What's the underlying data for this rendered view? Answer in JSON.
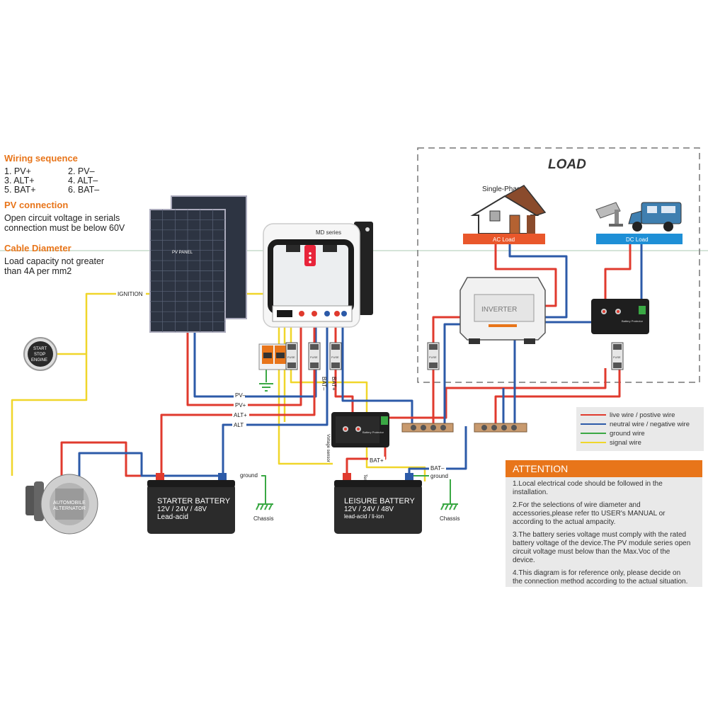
{
  "wiring": {
    "title": "Wiring sequence",
    "items": [
      "1. PV+",
      "2. PV–",
      "3. ALT+",
      "4. ALT–",
      "5. BAT+",
      "6. BAT–"
    ]
  },
  "pv_connection": {
    "title": "PV connection",
    "lines": [
      "Open circuit voltage in serials",
      "connection must be below 60V"
    ]
  },
  "cable": {
    "title": "Cable Diameter",
    "lines": [
      "Load capacity not greater",
      "than 4A per mm2"
    ]
  },
  "load": {
    "title": "LOAD",
    "single_phase": "Single-Phase",
    "ac_load": "AC Load",
    "dc_load": "DC Load",
    "inverter": "INVERTER",
    "battery_protector": "Battery Protector"
  },
  "devices": {
    "pv_panel": "PV PANEL",
    "md_series": "MD series",
    "ignition": "IGNITION",
    "start_stop": [
      "START",
      "STOP",
      "ENGINE"
    ],
    "alternator": [
      "AUTOMOBILE",
      "ALTERNATOR"
    ],
    "fuse": "FUSE",
    "starter_battery": {
      "name": "STARTER BATTERY",
      "voltage": "12V / 24V / 48V",
      "type": "Lead-acid"
    },
    "leisure_battery": {
      "name": "LEISURE BATTERY",
      "voltage": "12V / 24V / 48V",
      "type": "lead-acid / li-ion"
    },
    "battery_protector": "Battery Protector",
    "chassis": "Chassis",
    "ground": "ground",
    "voltage_sensor": "Voltage sensor",
    "temp_sensor": "Temp sensor"
  },
  "wire_labels": {
    "pv_minus": "PV–",
    "pv_plus": "PV+",
    "alt_plus": "ALT+",
    "alt_minus": "ALT",
    "bat_minus_v": "BAT–",
    "bat_plus_v": "BAT+",
    "bat_plus": "BAT+",
    "bat_minus": "BAT–"
  },
  "legend": {
    "items": [
      {
        "label": "live wire / postive wire",
        "color": "#e03a2e"
      },
      {
        "label": "neutral wire / negative wire",
        "color": "#2c5aa8"
      },
      {
        "label": "ground wire",
        "color": "#3aa844"
      },
      {
        "label": "signal wire",
        "color": "#f0d62a"
      }
    ]
  },
  "attention": {
    "title": "ATTENTION",
    "items": [
      [
        "1.Local electrical code should be followed in the",
        "installation."
      ],
      [
        "2.For the selections of wire diameter and",
        "accessories,please refer tto USER's MANUAL or",
        "according to the actual ampacity."
      ],
      [
        "3.The battery series voltage must comply with the rated",
        "battery voltage of the device.The PV module series open",
        "circuit voltage must below than the Max.Voc of the",
        "device."
      ],
      [
        "4.This diagram is for reference only, please decide on",
        "the connection method according to the actual situation."
      ]
    ]
  },
  "colors": {
    "red": "#e03a2e",
    "blue": "#2c5aa8",
    "green": "#3aa844",
    "yellow": "#f0d62a",
    "orange": "#e8751a"
  }
}
